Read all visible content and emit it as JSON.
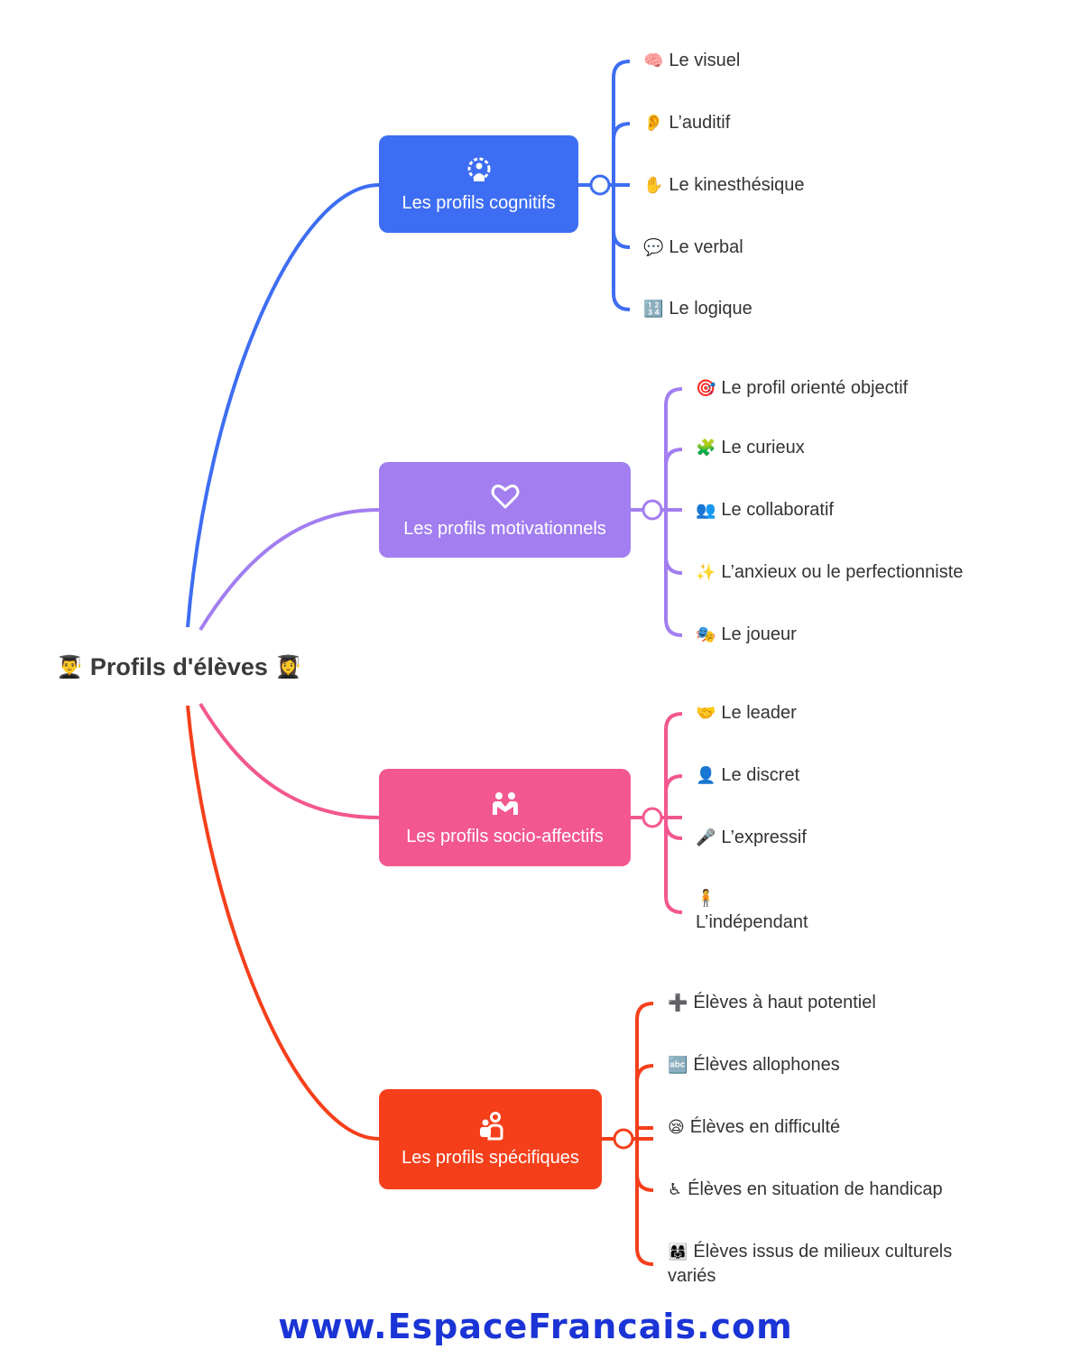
{
  "root": {
    "title": "Profils d'élèves",
    "emoji_left": "👨‍🎓",
    "emoji_right": "👩‍🎓"
  },
  "branches": [
    {
      "label": "Les profils cognitifs",
      "icon": "brain-gear-icon",
      "color": "#3d6df2",
      "leaves": [
        {
          "emoji": "🧠",
          "label": "Le visuel"
        },
        {
          "emoji": "👂",
          "label": "L’auditif"
        },
        {
          "emoji": "✋",
          "label": "Le kinesthésique"
        },
        {
          "emoji": "💬",
          "label": "Le verbal"
        },
        {
          "emoji": "🔢",
          "label": "Le logique"
        }
      ]
    },
    {
      "label": "Les profils motivationnels",
      "icon": "heart-icon",
      "color": "#a27ef0",
      "leaves": [
        {
          "emoji": "🎯",
          "label": "Le profil orienté objectif"
        },
        {
          "emoji": "🧩",
          "label": "Le curieux"
        },
        {
          "emoji": "👥",
          "label": "Le collaboratif"
        },
        {
          "emoji": "✨",
          "label": "L’anxieux ou le perfectionniste"
        },
        {
          "emoji": "🎭",
          "label": "Le joueur"
        }
      ]
    },
    {
      "label": "Les profils socio-affectifs",
      "icon": "people-icon",
      "color": "#f3578f",
      "leaves": [
        {
          "emoji": "🤝",
          "label": "Le leader"
        },
        {
          "emoji": "👤",
          "label": "Le discret"
        },
        {
          "emoji": "🎤",
          "label": "L’expressif"
        },
        {
          "emoji": "🧍",
          "label": "L’indépendant"
        }
      ]
    },
    {
      "label": "Les profils spécifiques",
      "icon": "person-badge-icon",
      "color": "#f53f1b",
      "leaves": [
        {
          "emoji": "➕",
          "label": "Élèves à haut potentiel"
        },
        {
          "emoji": "🔤",
          "label": "Élèves allophones"
        },
        {
          "emoji": "😪",
          "label": "Élèves en difficulté"
        },
        {
          "emoji": "♿",
          "label": "Élèves en situation de handicap"
        },
        {
          "emoji": "👩‍👩‍👧",
          "label": "Élèves issus de milieux culturels variés"
        }
      ]
    }
  ],
  "footer": {
    "text": "www.EspaceFrancais.com"
  }
}
